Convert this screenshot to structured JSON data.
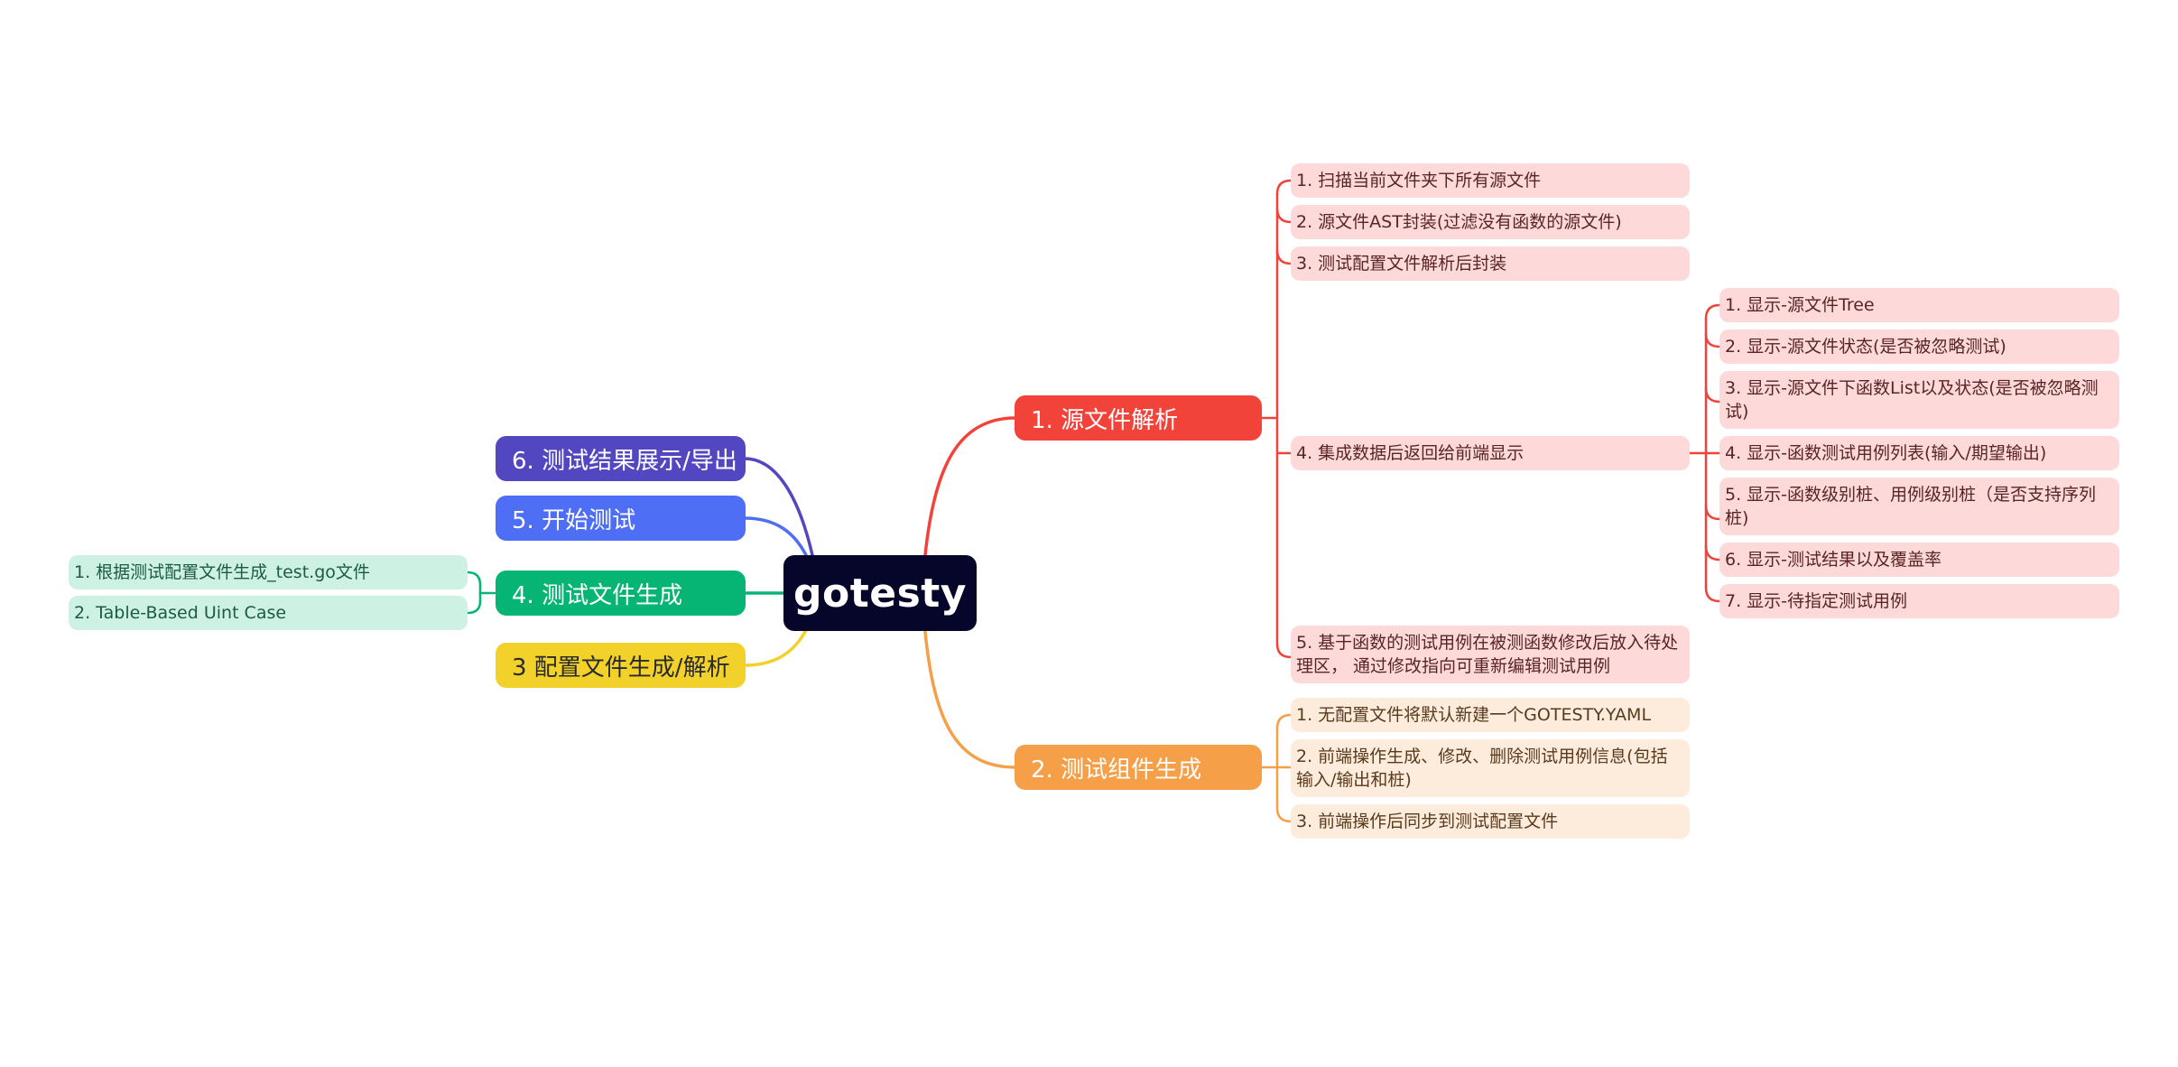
{
  "central": {
    "label": "gotesty",
    "color": "#06062a"
  },
  "branches": {
    "parse": {
      "label": "1. 源文件解析",
      "color": "#f1433a",
      "children": [
        "1. 扫描当前文件夹下所有源文件",
        "2. 源文件AST封装(过滤没有函数的源文件)",
        "3. 测试配置文件解析后封装",
        "4. 集成数据后返回给前端显示",
        "5. 基于函数的测试用例在被测函数修改后放入待处理区， 通过修改指向可重新编辑测试用例"
      ],
      "display_children": [
        "1.  显示-源文件Tree",
        "2. 显示-源文件状态(是否被忽略测试)",
        "3. 显示-源文件下函数List以及状态(是否被忽略测试)",
        "4. 显示-函数测试用例列表(输入/期望输出)",
        "5. 显示-函数级别桩、用例级别桩（是否支持序列桩)",
        "6. 显示-测试结果以及覆盖率",
        "7. 显示-待指定测试用例"
      ]
    },
    "component": {
      "label": "2. 测试组件生成",
      "color": "#f5a048",
      "children": [
        "1. 无配置文件将默认新建一个GOTESTY.YAML",
        "2. 前端操作生成、修改、删除测试用例信息(包括输入/输出和桩)",
        "3. 前端操作后同步到测试配置文件"
      ]
    },
    "results": {
      "label": "6. 测试结果展示/导出",
      "color": "#5347c1"
    },
    "start": {
      "label": "5. 开始测试",
      "color": "#4e6ef5"
    },
    "testfile": {
      "label": "4. 测试文件生成",
      "color": "#06b574",
      "children": [
        "1. 根据测试配置文件生成_test.go文件",
        "2. Table-Based Uint Case"
      ]
    },
    "config": {
      "label": "3 配置文件生成/解析",
      "color": "#f1d12a"
    }
  }
}
